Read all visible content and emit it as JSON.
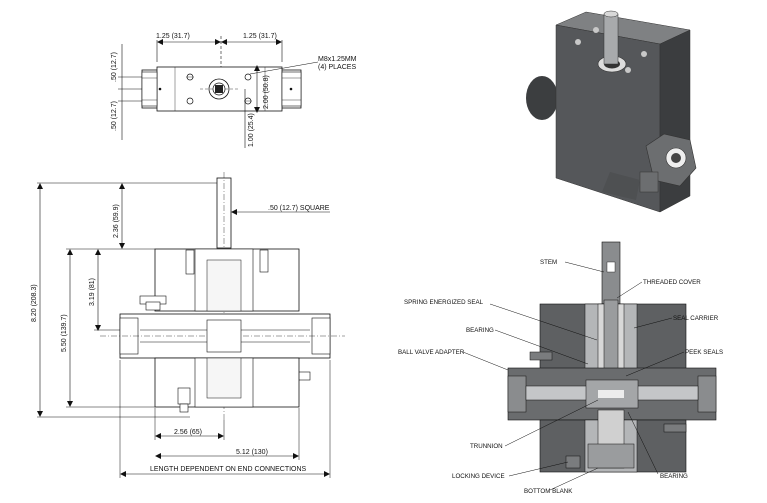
{
  "top_view": {
    "dim_left_width": "1.25 (31.7)",
    "dim_right_width": "1.25 (31.7)",
    "dim_upper_height": ".50 (12.7)",
    "dim_lower_height": ".50 (12.7)",
    "dim_total_height": "2.00 (50.8)",
    "dim_offset_height": "1.00 (25.4)",
    "thread_note_line1": "M8x1.25MM",
    "thread_note_line2": "(4) PLACES"
  },
  "front_view": {
    "dim_overall_height": "8.20 (208.3)",
    "dim_body_height": "5.50 (139.7)",
    "dim_stem_height": "2.36 (59.9)",
    "dim_center_height": "3.19 (81)",
    "dim_stem_square": ".50 (12.7) SQUARE",
    "dim_half_width": "2.56 (65)",
    "dim_body_width": "5.12 (130)",
    "length_note": "LENGTH DEPENDENT ON END CONNECTIONS"
  },
  "section_view": {
    "labels": {
      "stem": "STEM",
      "threaded_cover": "THREADED COVER",
      "spring_energized_seal": "SPRING ENERGIZED SEAL",
      "seal_carrier": "SEAL CARRIER",
      "bearing_upper": "BEARING",
      "ball_valve_adapter": "BALL VALVE ADAPTER",
      "peek_seals": "PEEK SEALS",
      "trunnion": "TRUNNION",
      "locking_device": "LOCKING DEVICE",
      "bearing_lower": "BEARING",
      "bottom_blank": "BOTTOM BLANK"
    }
  },
  "colors": {
    "metal_dark": "#5e6062",
    "metal_mid": "#8a8c8e",
    "metal_light": "#b4b6b8",
    "line": "#111111",
    "seal_accent": "#c9602a"
  }
}
